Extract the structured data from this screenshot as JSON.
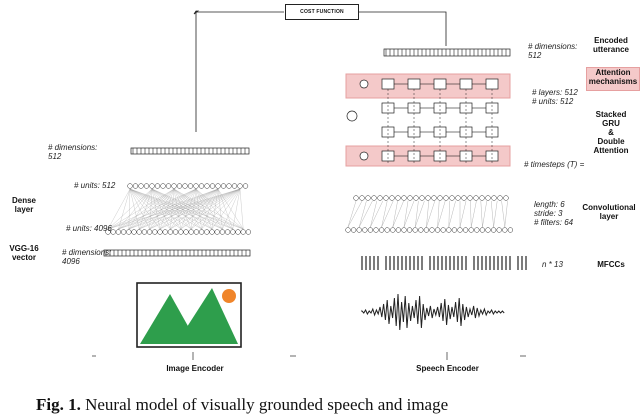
{
  "cost_function": "COST FUNCTION",
  "right_labels": {
    "encoded_utterance": [
      "Encoded",
      "utterance"
    ],
    "attention": [
      "Attention",
      "mechanisms"
    ],
    "stacked_gru": [
      "Stacked",
      "GRU",
      "&",
      "Double",
      "Attention"
    ],
    "convolutional": [
      "Convolutional",
      "layer"
    ],
    "mfccs": "MFCCs"
  },
  "left_labels": {
    "dense_layer": [
      "Dense",
      "layer"
    ],
    "vgg": [
      "VGG-16",
      "vector"
    ]
  },
  "annotations": {
    "dims_512_right": [
      "# dimensions:",
      "512"
    ],
    "layers_units": [
      "# layers: 512",
      "# units: 512"
    ],
    "timesteps": "# timesteps (T) =",
    "conv_params": [
      "length: 6",
      "stride: 3",
      "# filters: 64"
    ],
    "mfcc_dims": "n * 13",
    "dims_512_left": [
      "# dimensions:",
      "512"
    ],
    "units_512": "# units: 512",
    "units_4096": "# units: 4096",
    "vgg_dims": [
      "# dimensions:",
      "4096"
    ]
  },
  "encoders": {
    "image": "Image Encoder",
    "speech": "Speech Encoder"
  },
  "caption": {
    "label": "Fig. 1.",
    "text": "Neural model of visually grounded speech and image"
  },
  "colors": {
    "attention_fill": "#f4c9c9",
    "attention_border": "#e6a0a0",
    "mountain": "#2e9e4c",
    "sun": "#f0852a"
  }
}
